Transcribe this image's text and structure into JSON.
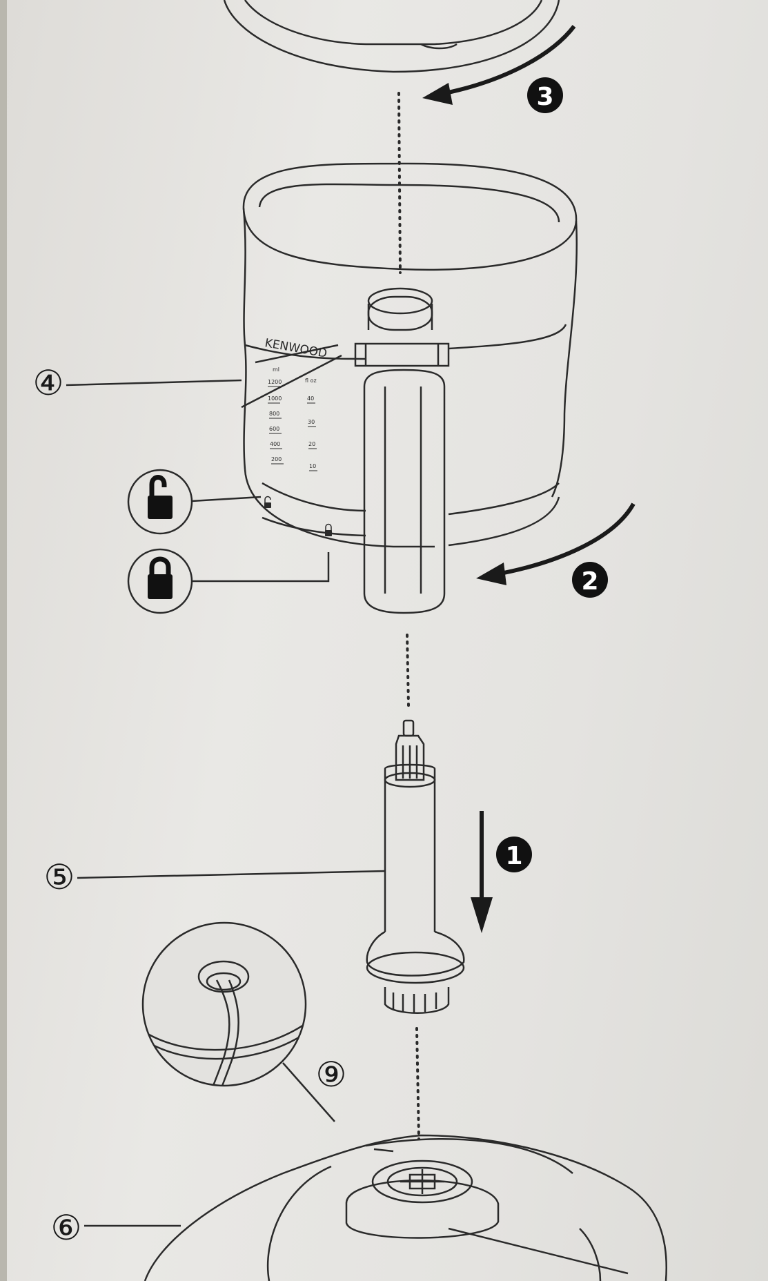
{
  "diagram": {
    "brand_text": "KENWOOD",
    "jug_scale": {
      "ml_header": "ml",
      "oz_header": "fl oz",
      "ml_marks": [
        "1200",
        "1000",
        "800",
        "600",
        "400",
        "200"
      ],
      "oz_marks": [
        "40",
        "30",
        "20",
        "10"
      ]
    },
    "callouts": [
      "④",
      "⑤",
      "⑥",
      "⑨"
    ],
    "steps": [
      "1",
      "2",
      "3"
    ],
    "icons": [
      "unlock-icon",
      "lock-icon"
    ],
    "colors": {
      "paper": "#e6e5e2",
      "line": "#2a2a2a",
      "step_badge": "#111111"
    }
  }
}
